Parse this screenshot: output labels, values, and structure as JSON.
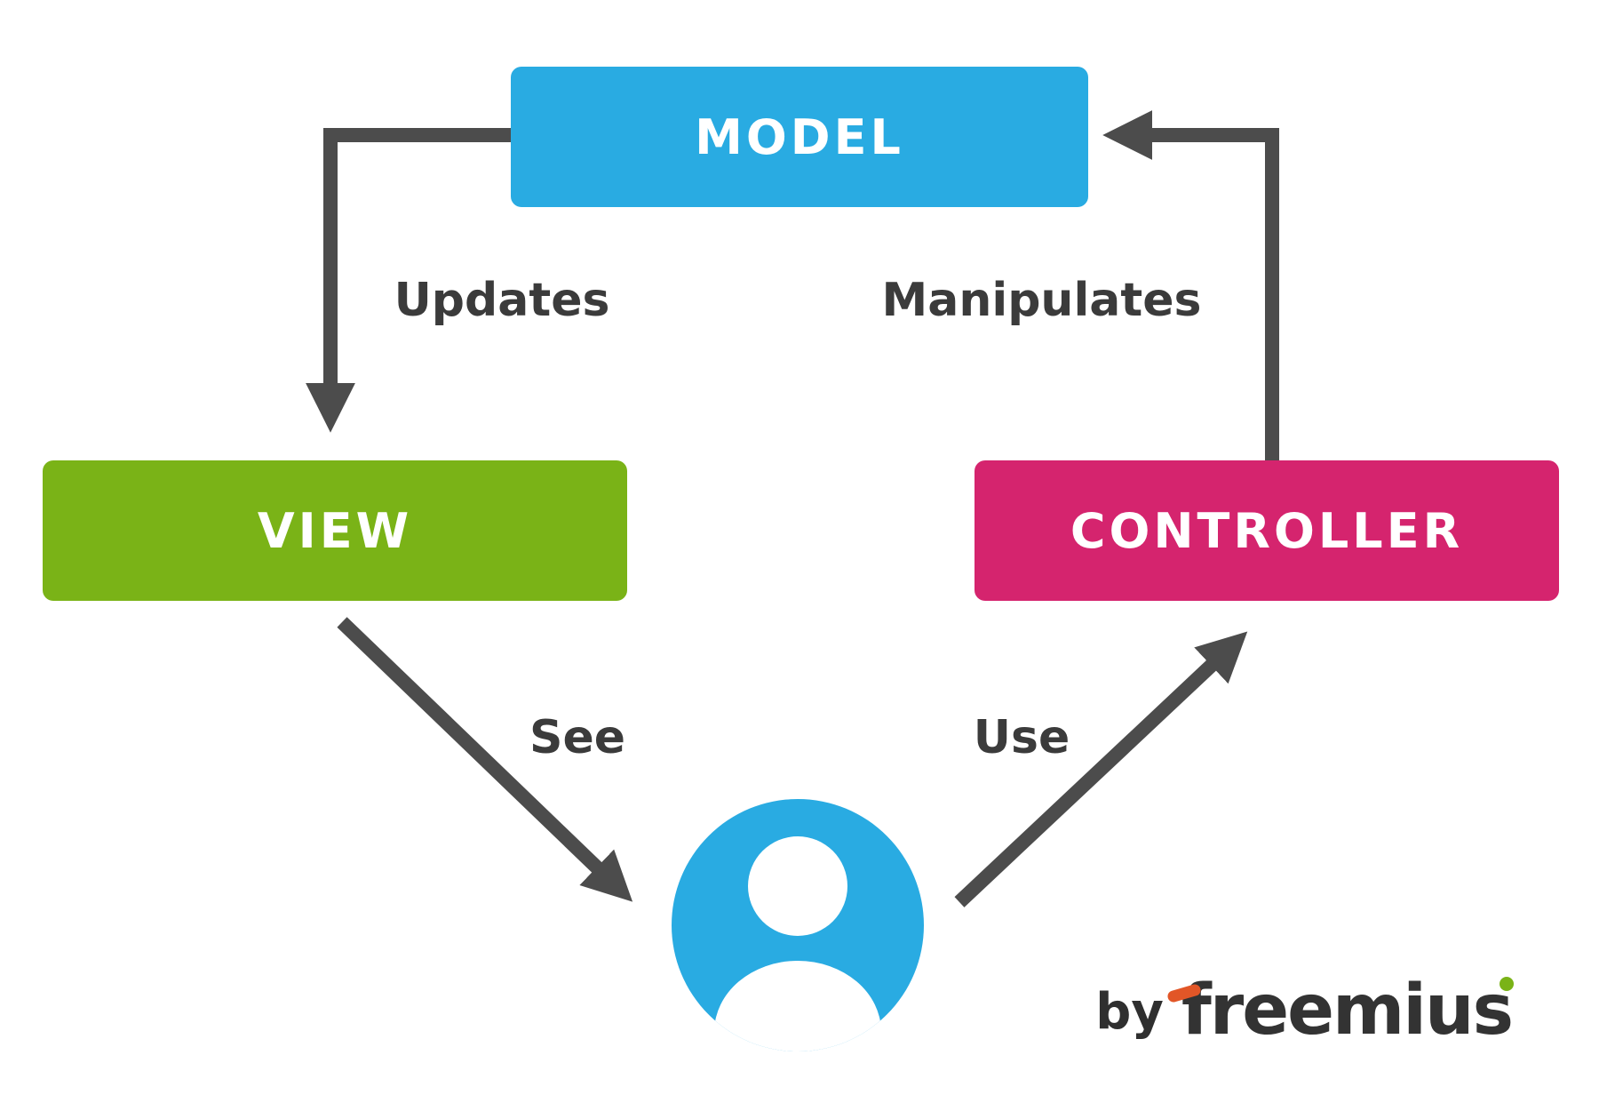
{
  "diagram": {
    "nodes": {
      "model": {
        "label": "MODEL",
        "color": "#29abe2"
      },
      "view": {
        "label": "VIEW",
        "color": "#7ab317"
      },
      "controller": {
        "label": "CONTROLLER",
        "color": "#d5246e"
      }
    },
    "edges": {
      "updates": {
        "label": "Updates",
        "from": "model",
        "to": "view"
      },
      "manipulates": {
        "label": "Manipulates",
        "from": "controller",
        "to": "model"
      },
      "see": {
        "label": "See",
        "from": "view",
        "to": "user"
      },
      "use": {
        "label": "Use",
        "from": "user",
        "to": "controller"
      }
    },
    "user": {
      "icon": "user-icon",
      "color": "#29abe2"
    },
    "arrow_color": "#4c4c4c"
  },
  "branding": {
    "prefix": "by",
    "brand": "freemius",
    "accent_orange": "#e25627",
    "accent_green": "#7ab317"
  }
}
